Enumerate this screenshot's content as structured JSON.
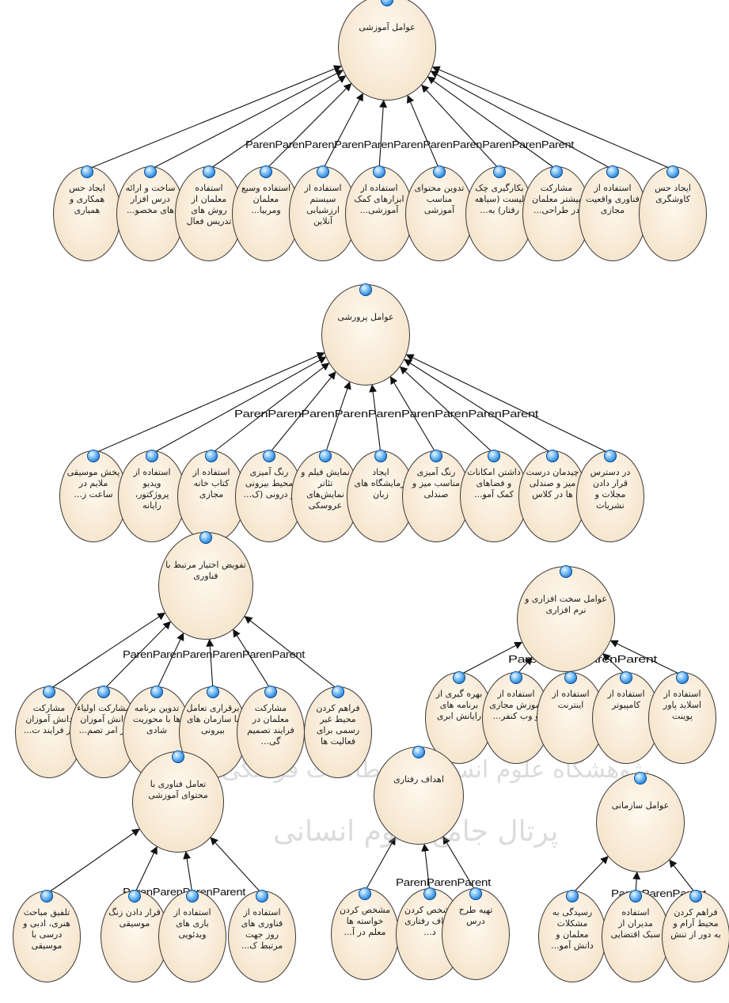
{
  "edge_label": "Parent",
  "edge_strip_text": [
    "ParenParenParenParenParenParenParenParenParenParenParent",
    "ParenParenParenParenParenParenParenParenParent",
    "ParenParenParenParenParenParent",
    "ParenParenParenParent",
    "ParenParenParenParent",
    "ParenParenParent",
    "ParenParenParent"
  ],
  "watermark": {
    "line1": "پژوهشگاه علوم انسانی و مطالعات فرهنگی",
    "line2": "پرتال جامع علوم انسانی"
  },
  "groups": [
    {
      "parent": "عوامل آموزشی",
      "children": [
        "ایجاد حس همکاری و همیاری",
        "ساخت و ارائه درس افزار های مخصو...",
        "استفاده معلمان از روش های تدریس فعال",
        "استفاده وسیع معلمان ومربیا...",
        "استفاده از سیستم ارزشیابی آنلاین",
        "استفاده از ابزارهای کمک آموزشی...",
        "تدوین محتوای مناسب آموزشی",
        "بکارگیری چک لیست (سیاهه رفتار) به...",
        "مشارکت بیشتر معلمان در طراحی...",
        "استفاده از فناوری واقعیت مجازی",
        "ایجاد حس کاوشگری"
      ]
    },
    {
      "parent": "عوامل پرورشی",
      "children": [
        "پخش موسیقی ملایم در ساعت ز...",
        "استفاده از ویدیو پروژکتور، رایانه",
        "استفاده از کتاب خانه مجازی",
        "رنگ آمیزی محیط بیرونی و درونی (ک...",
        "نمایش فیلم و تئاتر نمایش‌های عروسکی",
        "ایجاد آزمایشگاه های زبان",
        "رنگ آمیزی مناسب میز و صندلی",
        "داشتن امکانات و فضاهای کمک آمو...",
        "چیدمان درست میز و صندلی ها در کلاس",
        "در دسترس قرار دادن مجلات و نشریات"
      ]
    },
    {
      "parent": "تفویض اختیار مرتبط با فناوری",
      "children": [
        "مشارکت دانش آموزان در فرایند ت...",
        "مشارکت اولیاء دانش آموزان در امر تصم...",
        "تدوین برنامه ها با محوریت شادی",
        "برقراری تعامل با سازمان های بیرونی",
        "مشارکت معلمان در فرایند تصمیم گی...",
        "فراهم کردن محیط غیر رسمی برای فعالیت ها"
      ]
    },
    {
      "parent": "عوامل سخت افزاری و نرم افزاری",
      "children": [
        "بهره گیری از برنامه های رایانش ابری",
        "استفاده از آموزش مجازی و وب کنفر...",
        "استفاده از اینترنت",
        "استفاده از کامپیوتر",
        "استفاده از اسلاید پاور پوینت"
      ]
    },
    {
      "parent": "تعامل فناوری با محتوای آموزشی",
      "children": [
        "تلفیق مباحث هنری، ادبی و درسی با موسیقی",
        "قرار دادن زنگ موسیقی",
        "استفاده از بازی های ویدئویی",
        "استفاده از فناوری های روز جهت مرتبط ک..."
      ]
    },
    {
      "parent": "اهداف رفتاری",
      "children": [
        "مشخص کردن خواسته ها معلم در آ...",
        "مشخص کردن اهداف رفتاری د...",
        "تهیه طرح درس"
      ]
    },
    {
      "parent": "عوامل سازمانی",
      "children": [
        "رسیدگی به مشکلات معلمان و دانش آمو...",
        "استفاده مدیران از سبک اقتضایی",
        "فراهم کردن محیط آرام و به دور از تنش"
      ]
    }
  ]
}
